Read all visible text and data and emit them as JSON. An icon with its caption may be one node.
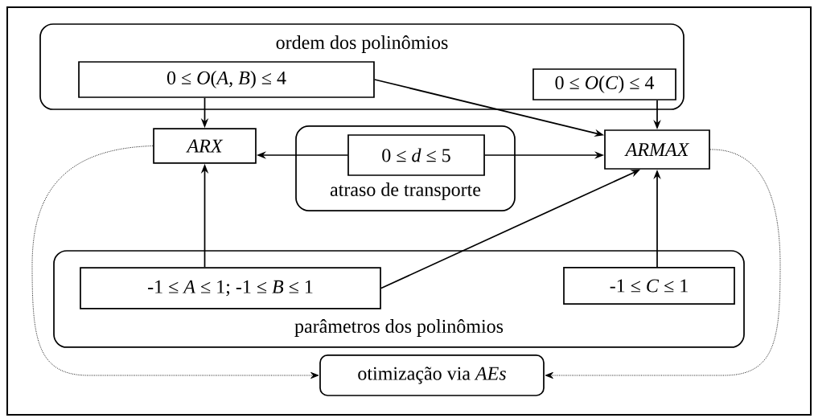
{
  "diagram": {
    "nodes": [
      {
        "text": [
          "ordem dos polinômios"
        ]
      },
      {
        "text": [
          "0 ≤ *O*(*A*, *B*) ≤ 4"
        ],
        "in": 0
      },
      {
        "text": [
          "0 ≤ *O*(*C*) ≤ 4"
        ],
        "in": 0
      },
      {
        "text": [
          "ARX"
        ]
      },
      {
        "text": [
          "atraso de transporte"
        ]
      },
      {
        "text": [
          "0 ≤ *d* ≤ 5"
        ],
        "in": 4
      },
      {
        "text": [
          "ARMAX"
        ]
      },
      {
        "text": [
          "parâmetros dos polinômios"
        ]
      },
      {
        "text": [
          "-1 ≤ *A* ≤ 1; -1 ≤ *B* ≤ 1"
        ],
        "in": 7
      },
      {
        "text": [
          "-1 ≤ *C* ≤ 1"
        ],
        "in": 7
      },
      {
        "text": [
          "otimização via *AEs*"
        ]
      }
    ],
    "edges": [
      {
        "from": 1,
        "to": 3,
        "arrow": "to"
      },
      {
        "from": 1,
        "to": 6,
        "arrow": "to"
      },
      {
        "from": 2,
        "to": 6,
        "arrow": "to"
      },
      {
        "from": 5,
        "to": 3,
        "arrow": "to"
      },
      {
        "from": 5,
        "to": 6,
        "arrow": "to"
      },
      {
        "from": 8,
        "to": 3,
        "arrow": "to"
      },
      {
        "from": 8,
        "to": 6,
        "arrow": "to"
      },
      {
        "from": 9,
        "to": 6,
        "arrow": "to"
      },
      {
        "from": 3,
        "to": 10,
        "arrow": "to",
        "style": "dashed"
      },
      {
        "from": 6,
        "to": 10,
        "arrow": "to",
        "style": "dashed"
      }
    ]
  }
}
